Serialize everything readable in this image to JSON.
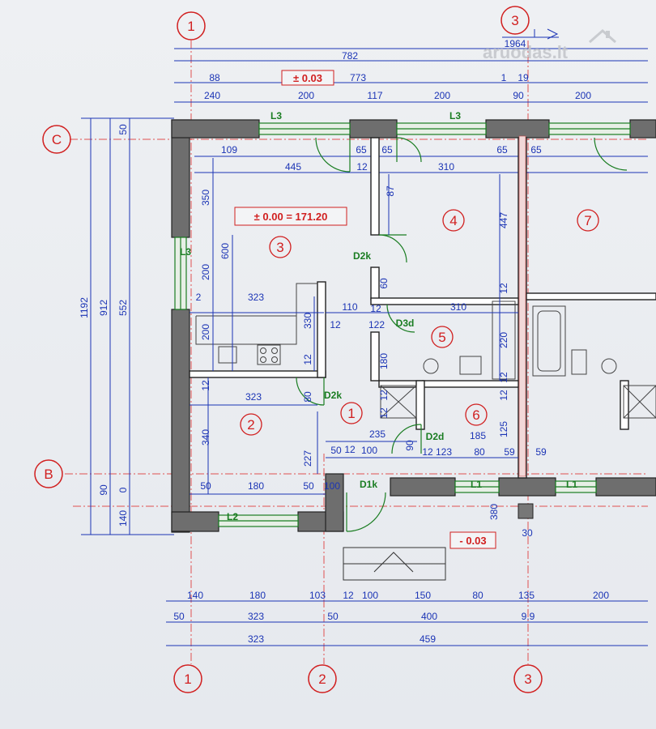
{
  "watermark": "aruodas.lt",
  "axes": {
    "top_1": "1",
    "top_3": "3",
    "bottom_1": "1",
    "bottom_2": "2",
    "bottom_3": "3",
    "left_c": "C",
    "left_b": "B"
  },
  "rooms": {
    "r1": "1",
    "r2": "2",
    "r3": "3",
    "r4": "4",
    "r5": "5",
    "r6": "6",
    "r7": "7"
  },
  "levels": {
    "main": "± 0.00 = 171.20",
    "top": "± 0.03",
    "bottom": "- 0.03"
  },
  "windows": {
    "w_top1": "L3",
    "w_top2": "L3",
    "w_left": "L3",
    "w_bottom": "L2",
    "w_l1a": "L1",
    "w_l1b": "L1"
  },
  "doors": {
    "d2k_a": "D2k",
    "d2k_b": "D2k",
    "d3d": "D3d",
    "d2d": "D2d",
    "d1k": "D1k"
  },
  "dims": {
    "t1964": "1964",
    "t782": "782",
    "t88": "88",
    "t773": "773",
    "t1": "1",
    "t19": "19",
    "t240": "240",
    "t200a": "200",
    "t117": "117",
    "t200b": "200",
    "t90": "90",
    "t200c": "200",
    "i109": "109",
    "i65a": "65",
    "i65b": "65",
    "i65c": "65",
    "i65d": "65",
    "i445": "445",
    "i12a": "12",
    "i310a": "310",
    "i87": "87",
    "i447": "447",
    "i350": "350",
    "i600": "600",
    "i200a": "200",
    "i323a": "323",
    "i2": "2",
    "i110": "110",
    "i12b": "12",
    "i310b": "310",
    "i330": "330",
    "i12c": "12",
    "i122": "122",
    "i12d": "12",
    "i200b": "200",
    "i220": "220",
    "i12e": "12",
    "i180": "180",
    "i12f": "12",
    "i12g": "12",
    "i80": "80",
    "i323b": "323",
    "i12h": "12",
    "i12i": "12",
    "i12j": "12",
    "i340": "340",
    "i235": "235",
    "i185": "185",
    "i125": "125",
    "i227": "227",
    "i50a": "50",
    "i100a": "100",
    "i90": "90",
    "i12k": "12",
    "i123": "123",
    "i80b": "80",
    "i59a": "59",
    "i59b": "59",
    "i50b": "50",
    "i180b": "180",
    "i50c": "50",
    "i100b": "100",
    "i60": "60",
    "i12l": "12",
    "o380": "380",
    "o30": "30",
    "l50": "50",
    "l1192": "1192",
    "l912": "912",
    "l552": "552",
    "l90": "90",
    "l0": "0",
    "l140": "140",
    "b140": "140",
    "b180": "180",
    "b103": "103",
    "b12": "12",
    "b100": "100",
    "b150": "150",
    "b80": "80",
    "b135": "135",
    "b200": "200",
    "b50a": "50",
    "b323a": "323",
    "b50b": "50",
    "b400": "400",
    "b99": "9.9",
    "b323b": "323",
    "b459": "459"
  }
}
